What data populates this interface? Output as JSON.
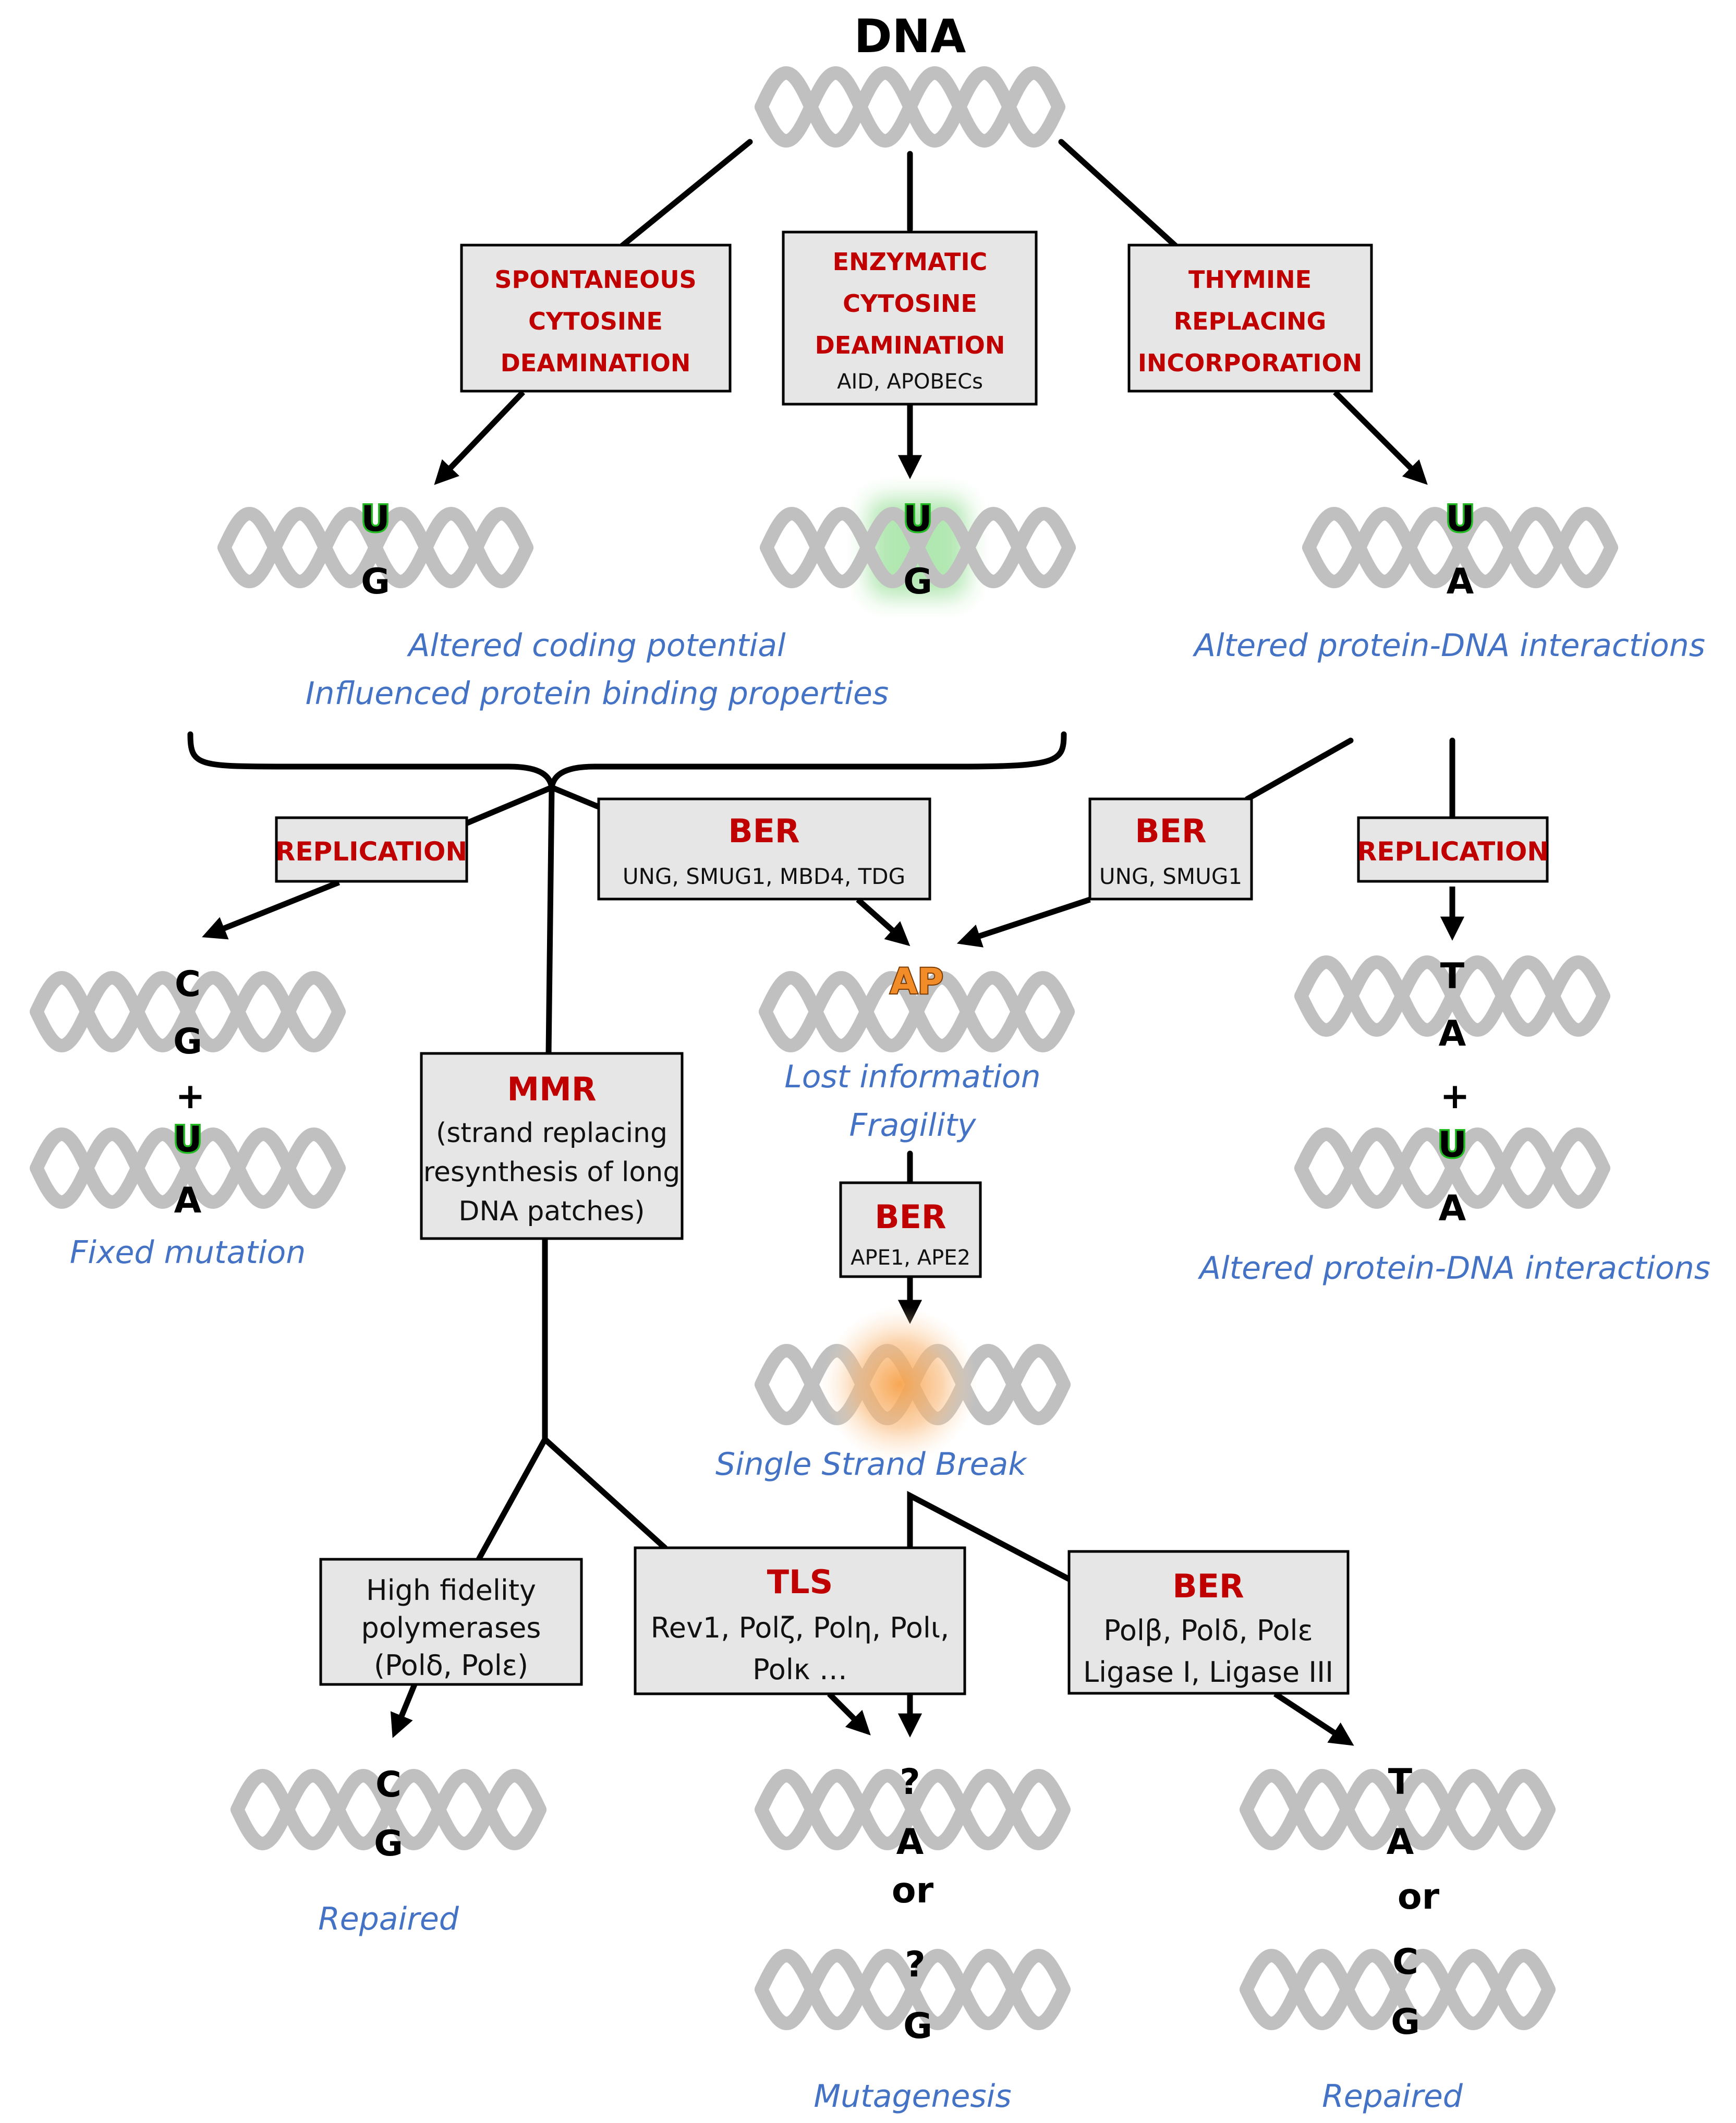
{
  "top_label": "DNA",
  "origins": {
    "spontaneous": [
      "SPONTANEOUS",
      "CYTOSINE",
      "DEAMINATION"
    ],
    "enzymatic": [
      "ENZYMATIC",
      "CYTOSINE",
      "DEAMINATION"
    ],
    "enzymatic_enzymes": "AID, APOBECs",
    "thymine": [
      "THYMINE",
      "REPLACING",
      "INCORPORATION"
    ]
  },
  "pairs": {
    "p1": {
      "top": "U",
      "bottom": "G"
    },
    "p2": {
      "top": "U",
      "bottom": "G"
    },
    "p3": {
      "top": "U",
      "bottom": "A"
    },
    "rep_left_a": {
      "top": "C",
      "bottom": "G"
    },
    "rep_left_b": {
      "top": "U",
      "bottom": "A"
    },
    "ap": {
      "top": "AP"
    },
    "rep_right_a": {
      "top": "T",
      "bottom": "A"
    },
    "rep_right_b": {
      "top": "U",
      "bottom": "A"
    },
    "hf": {
      "top": "C",
      "bottom": "G"
    },
    "tls_a": {
      "top": "?",
      "bottom": "A"
    },
    "tls_b": {
      "top": "?",
      "bottom": "G"
    },
    "ber_a": {
      "top": "T",
      "bottom": "A"
    },
    "ber_b": {
      "top": "C",
      "bottom": "G"
    }
  },
  "consequences": {
    "ug": [
      "Altered coding potential",
      "Influenced protein binding properties"
    ],
    "ua": "Altered protein-DNA interactions",
    "ap": [
      "Lost information",
      "Fragility"
    ],
    "ssb": "Single Strand Break",
    "fixed": "Fixed mutation",
    "right_final": "Altered protein-DNA interactions",
    "repaired_hf": "Repaired",
    "mutagenesis": "Mutagenesis",
    "repaired_ber": "Repaired"
  },
  "symbols": {
    "plus": "+",
    "or": "or"
  },
  "pathways": {
    "replication_left": "REPLICATION",
    "replication_right": "REPLICATION",
    "ber_main": {
      "title": "BER",
      "enzymes": "UNG, SMUG1, MBD4, TDG"
    },
    "ber_ua": {
      "title": "BER",
      "enzymes": "UNG, SMUG1"
    },
    "ber_ape": {
      "title": "BER",
      "enzymes": "APE1, APE2"
    },
    "mmr": {
      "title": "MMR",
      "lines": [
        "(strand replacing",
        "resynthesis of long",
        "DNA patches)"
      ]
    },
    "high_fidelity": [
      "High fidelity",
      "polymerases",
      "(Polδ, Polε)"
    ],
    "tls": {
      "title": "TLS",
      "lines": [
        "Rev1, Polζ, Polη, Polι,",
        "Polκ …"
      ]
    },
    "ber_final": {
      "title": "BER",
      "lines": [
        "Polβ, Polδ, Polε",
        "Ligase I, Ligase III"
      ]
    }
  },
  "colors": {
    "pathway_title": "#c00000",
    "consequence": "#4472c4",
    "uracil_glow": "#22bb22",
    "ap_glow": "#f28c28",
    "box_fill": "#e6e6e6",
    "helix": "#c0c0c0"
  }
}
